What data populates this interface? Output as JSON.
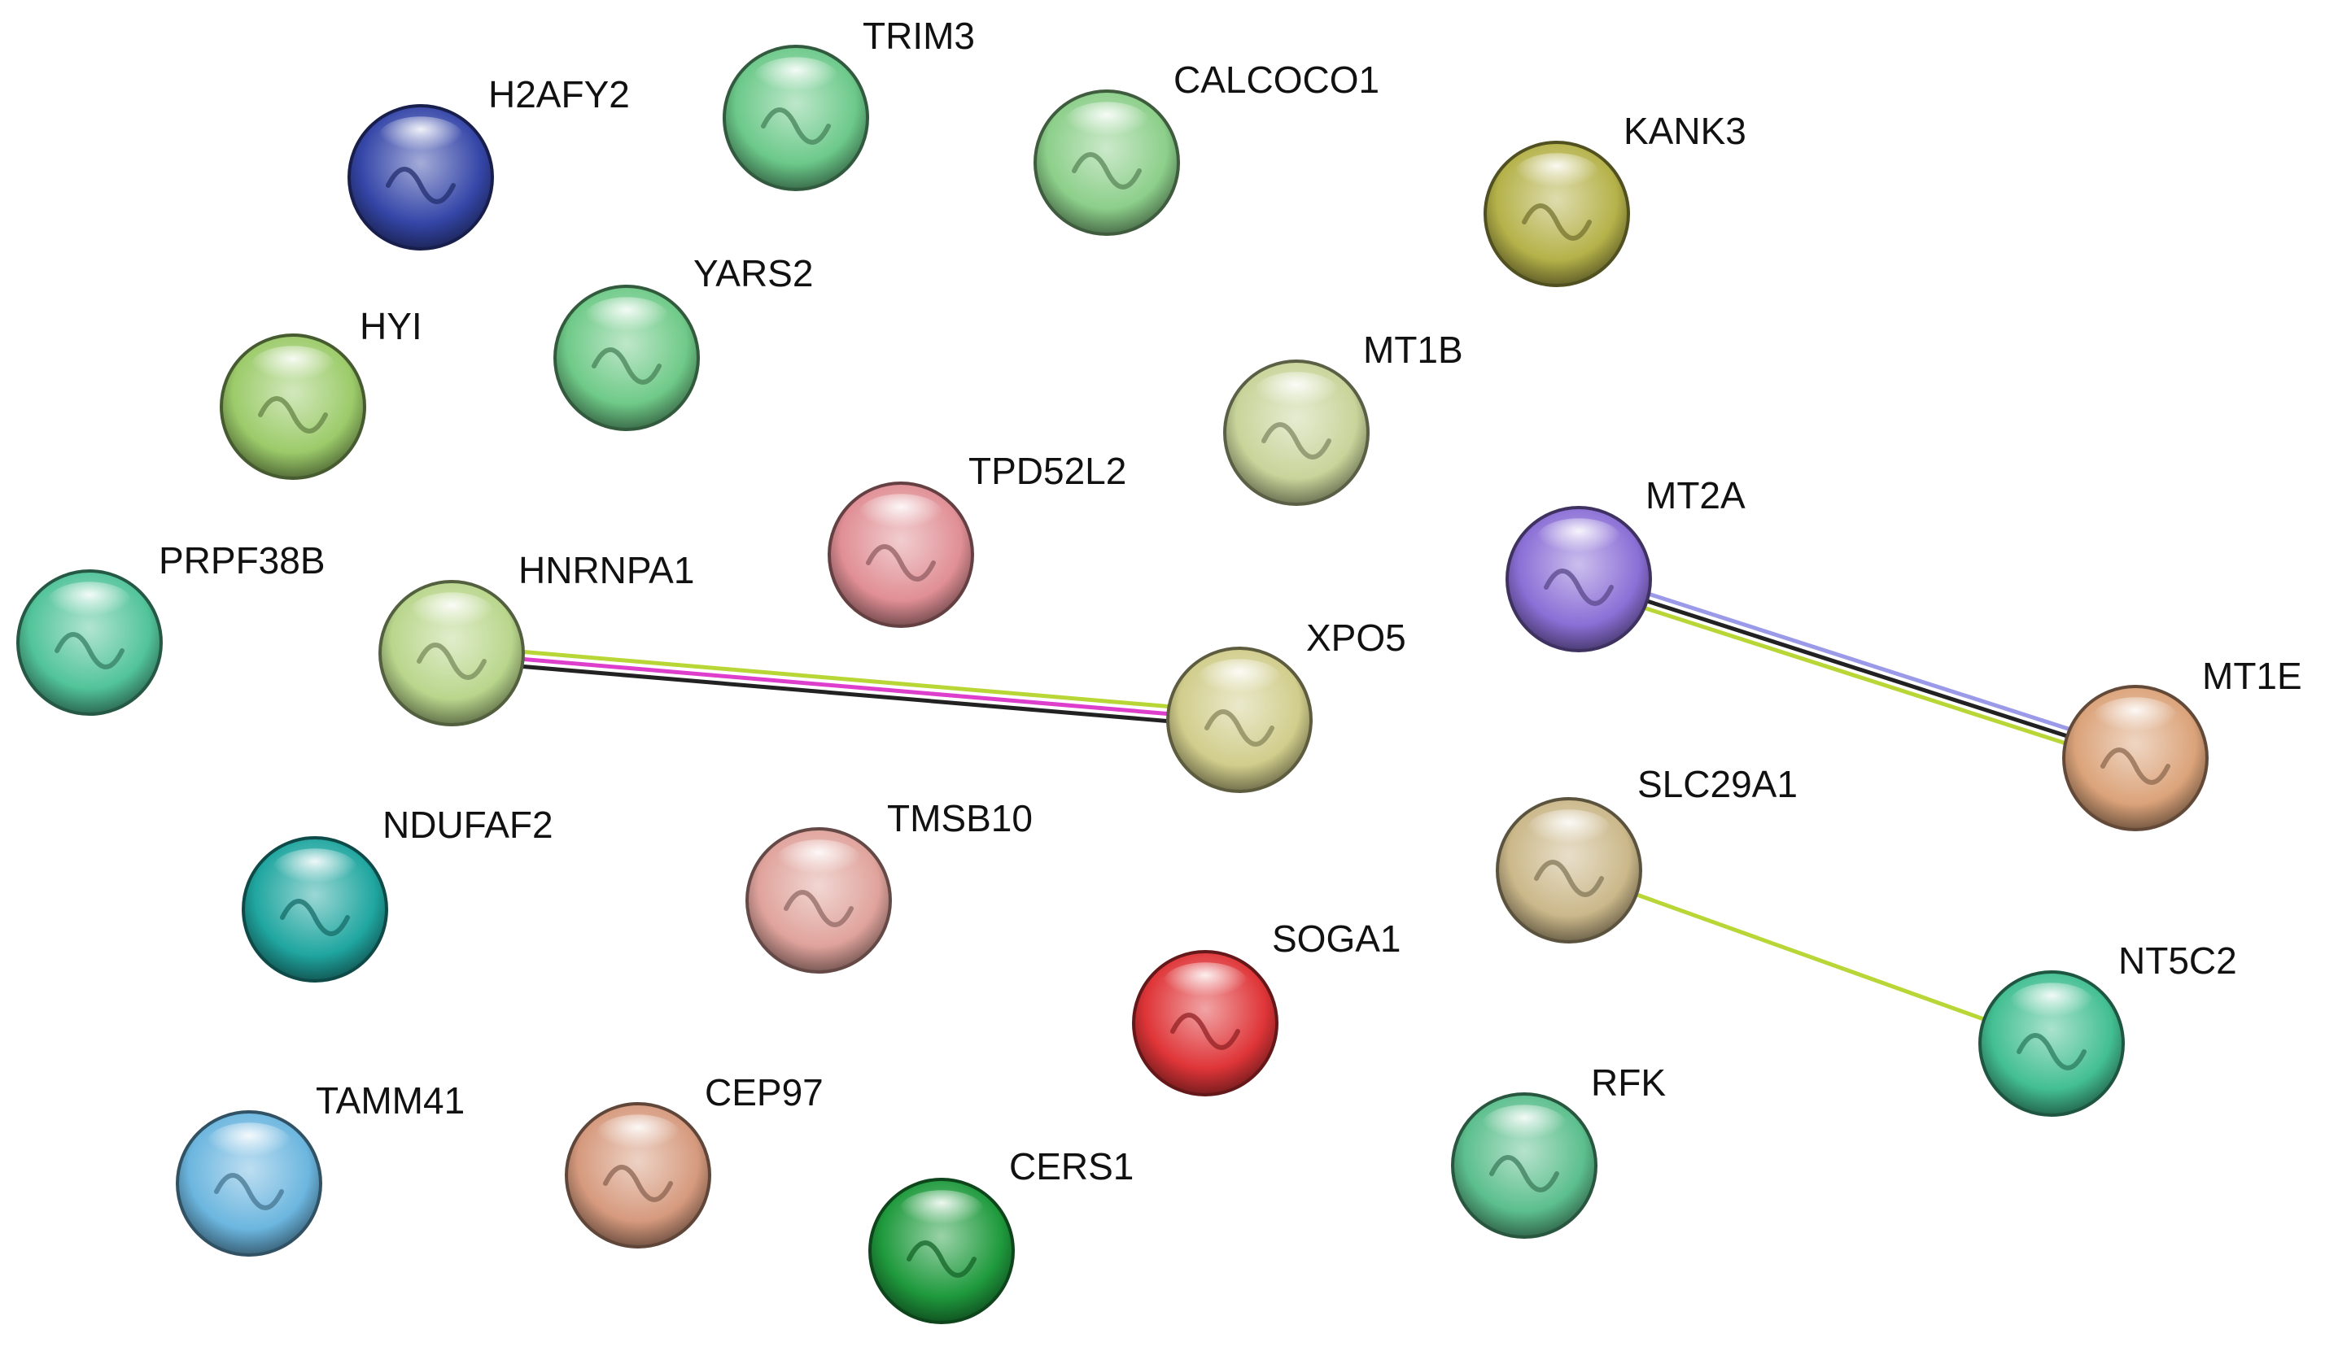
{
  "network": {
    "nodes": [
      {
        "id": "H2AFY2",
        "label": "H2AFY2",
        "color": "#3546a8"
      },
      {
        "id": "TRIM3",
        "label": "TRIM3",
        "color": "#6cc98a"
      },
      {
        "id": "CALCOCO1",
        "label": "CALCOCO1",
        "color": "#8ccf8a"
      },
      {
        "id": "KANK3",
        "label": "KANK3",
        "color": "#b5b24a"
      },
      {
        "id": "YARS2",
        "label": "YARS2",
        "color": "#6fca88"
      },
      {
        "id": "HYI",
        "label": "HYI",
        "color": "#9ccb6a"
      },
      {
        "id": "MT1B",
        "label": "MT1B",
        "color": "#c8d49a"
      },
      {
        "id": "TPD52L2",
        "label": "TPD52L2",
        "color": "#e08f95"
      },
      {
        "id": "PRPF38B",
        "label": "PRPF38B",
        "color": "#52c49a"
      },
      {
        "id": "HNRNPA1",
        "label": "HNRNPA1",
        "color": "#b9d68c"
      },
      {
        "id": "MT2A",
        "label": "MT2A",
        "color": "#8b6fd6"
      },
      {
        "id": "XPO5",
        "label": "XPO5",
        "color": "#d1cd8c"
      },
      {
        "id": "MT1E",
        "label": "MT1E",
        "color": "#dba37a"
      },
      {
        "id": "SLC29A1",
        "label": "SLC29A1",
        "color": "#cbb88a"
      },
      {
        "id": "NDUFAF2",
        "label": "NDUFAF2",
        "color": "#20a6a0"
      },
      {
        "id": "TMSB10",
        "label": "TMSB10",
        "color": "#e0a39c"
      },
      {
        "id": "SOGA1",
        "label": "SOGA1",
        "color": "#df3538"
      },
      {
        "id": "NT5C2",
        "label": "NT5C2",
        "color": "#43bf92"
      },
      {
        "id": "TAMM41",
        "label": "TAMM41",
        "color": "#6cb6df"
      },
      {
        "id": "CEP97",
        "label": "CEP97",
        "color": "#d69a7e"
      },
      {
        "id": "CERS1",
        "label": "CERS1",
        "color": "#1f9a3d"
      },
      {
        "id": "RFK",
        "label": "RFK",
        "color": "#5cbf8d"
      }
    ],
    "edges": [
      {
        "source": "HNRNPA1",
        "target": "XPO5",
        "colors": [
          "#b8d636",
          "#dd3fcc",
          "#222222"
        ]
      },
      {
        "source": "MT2A",
        "target": "MT1E",
        "colors": [
          "#9a9ae8",
          "#222222",
          "#b8d636"
        ]
      },
      {
        "source": "SLC29A1",
        "target": "NT5C2",
        "colors": [
          "#b8d636"
        ]
      }
    ]
  }
}
